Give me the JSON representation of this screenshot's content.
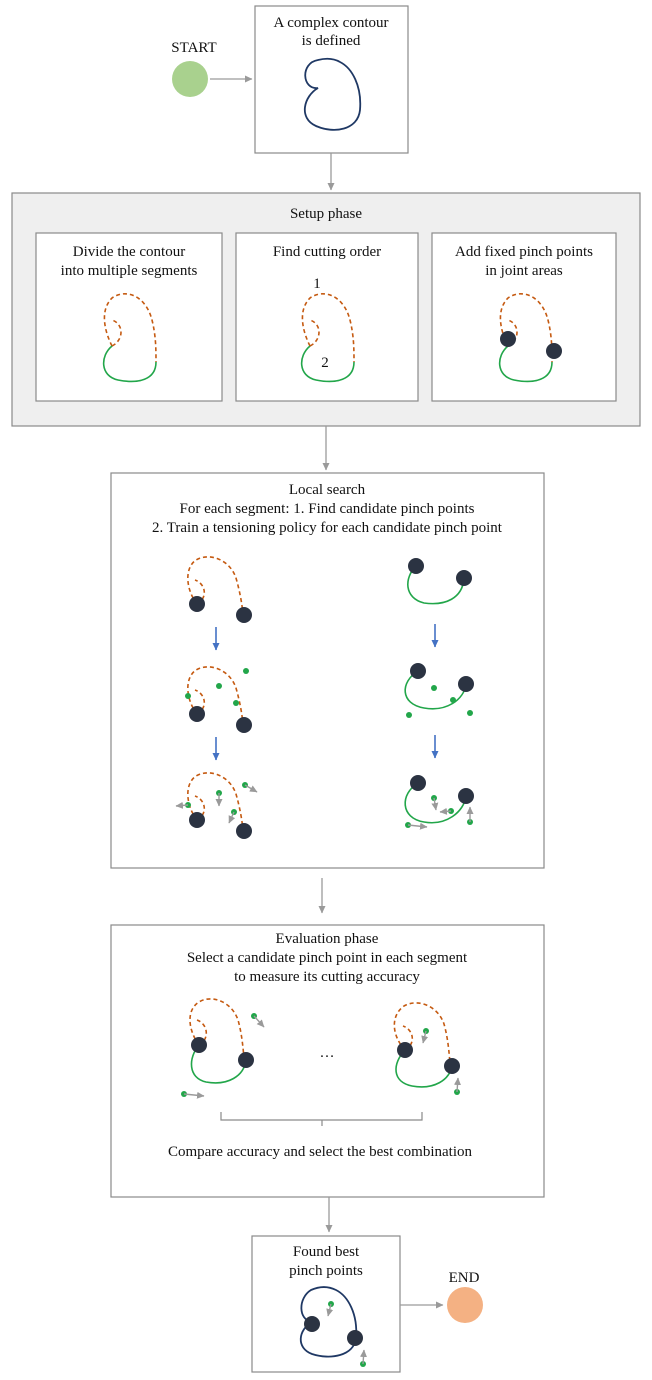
{
  "start": {
    "label": "START",
    "color": "#a9d18e"
  },
  "end": {
    "label": "END",
    "color": "#f4b183"
  },
  "define_box": {
    "line1": "A complex contour",
    "line2": "is defined"
  },
  "setup": {
    "title": "Setup phase",
    "divide": {
      "line1": "Divide the contour",
      "line2": "into multiple segments"
    },
    "order": {
      "title": "Find cutting  order",
      "num1": "1",
      "num2": "2"
    },
    "pinch": {
      "line1": "Add fixed pinch points",
      "line2": "in joint areas"
    }
  },
  "local": {
    "title": "Local search",
    "line1": "For each segment: 1. Find candidate  pinch points",
    "line2": "2. Train a tensioning policy for each candidate pinch point"
  },
  "evaluation": {
    "title": "Evaluation phase",
    "line1": "Select a candidate pinch point in each segment",
    "line2": "to measure its cutting accuracy",
    "ellipsis": "…",
    "compare": "Compare accuracy and select the best combination"
  },
  "found": {
    "line1": "Found best",
    "line2": "pinch points"
  },
  "colors": {
    "contour": "#1f3864",
    "segment_solid": "#22a64a",
    "segment_dashed": "#c55a11",
    "pinch_point": "#2b3342",
    "candidate": "#22a64a",
    "step_arrow": "#4472c4",
    "panel_fill": "#efefef"
  }
}
